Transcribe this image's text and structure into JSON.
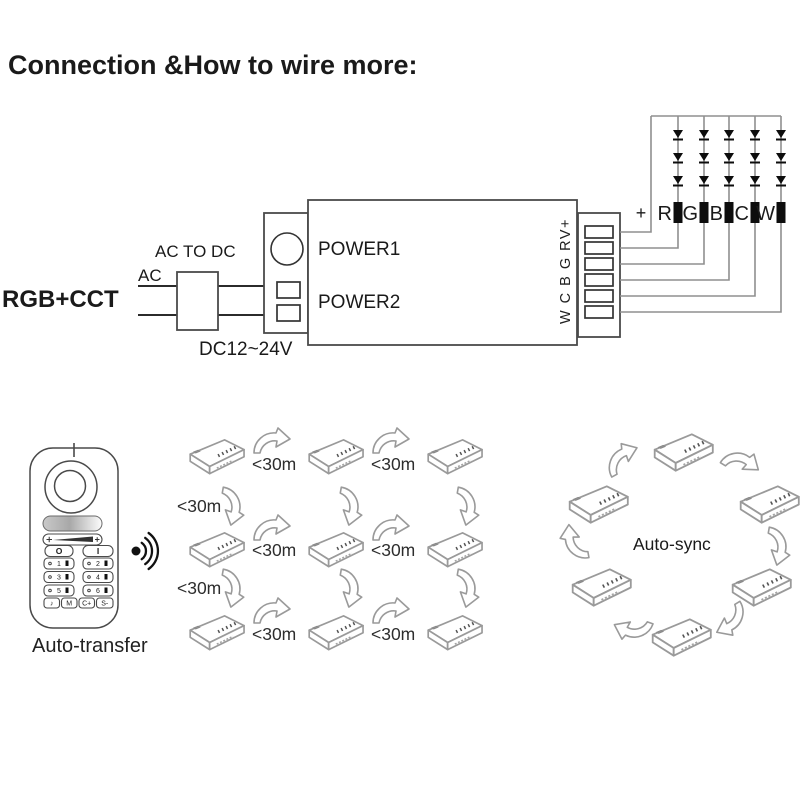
{
  "title": "Connection &How to wire more:",
  "wiring": {
    "input_label": "RGB+CCT",
    "ac_label": "AC",
    "converter_label": "AC TO DC",
    "dc_voltage_label": "DC12~24V",
    "power1_label": "POWER1",
    "power2_label": "POWER2",
    "terminal_labels_rotated": "W C B G RV+",
    "positive_label": "+",
    "led_channels": [
      "R",
      "G",
      "B",
      "C",
      "W"
    ],
    "leds_per_channel": 3,
    "terminal_slot_count": 6
  },
  "auto_transfer": {
    "caption": "Auto-transfer",
    "remote": {
      "power_off_label": "O",
      "power_on_label": "I",
      "zone_numbers": [
        "1",
        "2",
        "3",
        "4",
        "5",
        "6"
      ],
      "bottom_button_labels": [
        "♪",
        "M",
        "C+",
        "S-"
      ]
    },
    "icons": [
      "signal-waves-icon"
    ]
  },
  "mesh_grid": {
    "range_label": "<30m",
    "rows": 3,
    "cols": 3
  },
  "auto_sync": {
    "caption": "Auto-sync",
    "device_count": 6
  },
  "colors": {
    "wire_dark": "#2b2b2b",
    "wire_gray": "#8f8f8f",
    "outline_light": "#9a9a9a",
    "text": "#1a1a1a"
  }
}
